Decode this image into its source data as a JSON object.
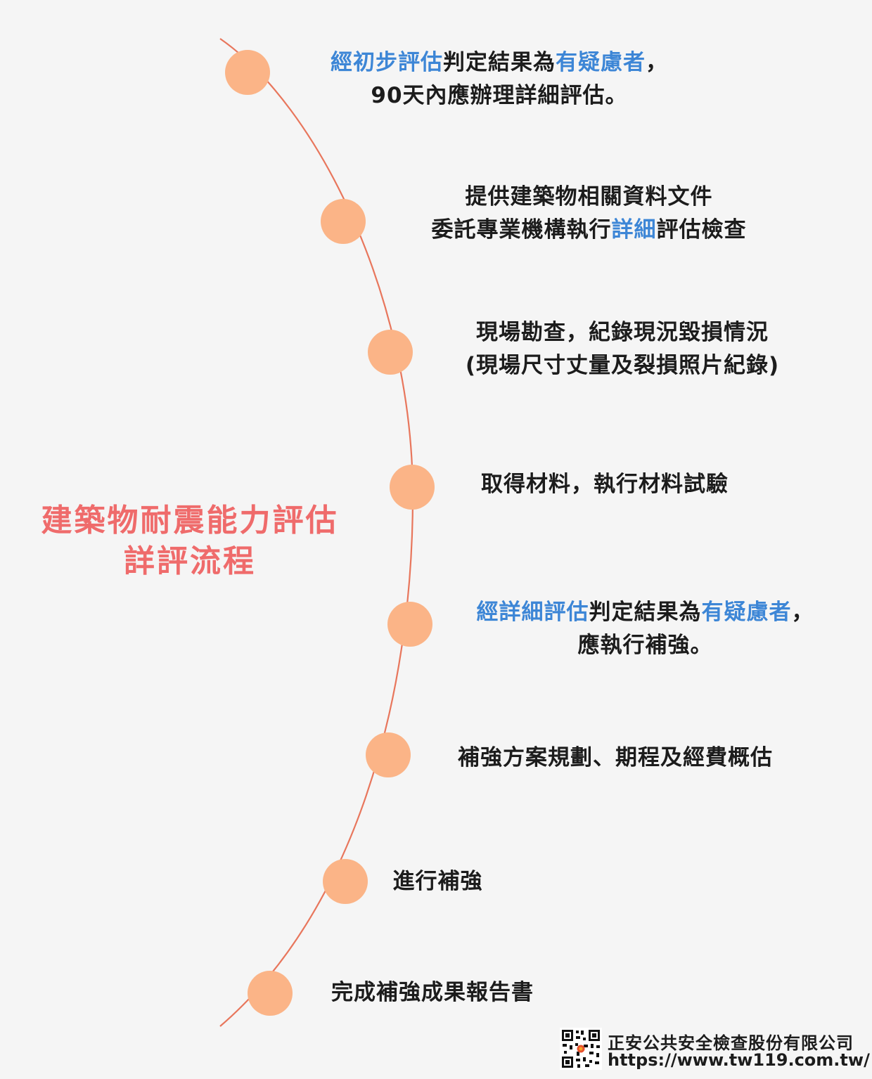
{
  "title": {
    "line1": "建築物耐震能力評估",
    "line2": "詳評流程"
  },
  "steps": [
    {
      "line1": [
        {
          "text": "經初步評估",
          "hl": true
        },
        {
          "text": "判定結果為",
          "hl": false
        },
        {
          "text": "有疑慮者",
          "hl": true
        },
        {
          "text": "，",
          "hl": false
        }
      ],
      "line2": [
        {
          "text": "90天內應辦理詳細評估。",
          "hl": false
        }
      ]
    },
    {
      "line1": [
        {
          "text": "提供建築物相關資料文件",
          "hl": false
        }
      ],
      "line2": [
        {
          "text": "委託專業機構執行",
          "hl": false
        },
        {
          "text": "詳細",
          "hl": true
        },
        {
          "text": "評估檢查",
          "hl": false
        }
      ]
    },
    {
      "line1": [
        {
          "text": "現場勘查，紀錄現況毀損情況",
          "hl": false
        }
      ],
      "line2": [
        {
          "text": "(現場尺寸丈量及裂損照片紀錄)",
          "hl": false
        }
      ]
    },
    {
      "line1": [
        {
          "text": "取得材料，執行材料試驗",
          "hl": false
        }
      ],
      "line2": []
    },
    {
      "line1": [
        {
          "text": "經詳細評估",
          "hl": true
        },
        {
          "text": "判定結果為",
          "hl": false
        },
        {
          "text": "有疑慮者",
          "hl": true
        },
        {
          "text": "，",
          "hl": false
        }
      ],
      "line2": [
        {
          "text": "應執行補強。",
          "hl": false
        }
      ]
    },
    {
      "line1": [
        {
          "text": "補強方案規劃、期程及經費概估",
          "hl": false
        }
      ],
      "line2": []
    },
    {
      "line1": [
        {
          "text": "進行補強",
          "hl": false
        }
      ],
      "line2": []
    },
    {
      "line1": [
        {
          "text": "完成補強成果報告書",
          "hl": false
        }
      ],
      "line2": []
    }
  ],
  "footer": {
    "company": "正安公共安全檢查股份有限公司",
    "url": "https://www.tw119.com.tw/"
  },
  "colors": {
    "background": "#f5f5f5",
    "node": "#fbb487",
    "curve": "#e8765c",
    "highlight": "#3d86d6",
    "title": "#ef6b6b",
    "text": "#1c1c1c"
  },
  "icons": {
    "qr": "qr-code-icon"
  }
}
